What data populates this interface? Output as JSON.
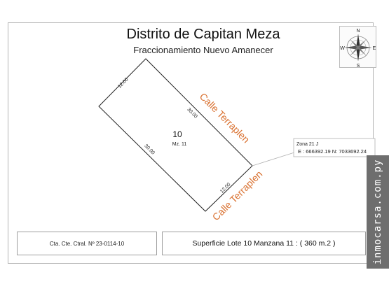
{
  "header": {
    "title": "Distrito de Capitan Meza",
    "subtitle": "Fraccionamiento Nuevo Amanecer"
  },
  "compass": {
    "north": "N",
    "south": "S",
    "east": "E",
    "west": "W"
  },
  "lot": {
    "number": "10",
    "block": "Mz. 11",
    "side_top": "12.00",
    "side_right": "30.00",
    "side_left": "30.00",
    "side_bottom": "12.00"
  },
  "streets": {
    "right": "Calle Terraplen",
    "bottom": "Calle Terraplen"
  },
  "coordinates": {
    "zone": "Zona 21 J",
    "value": "E : 666392.19  N: 7033692.24"
  },
  "footer": {
    "cadastral": "Cta. Cte. Ctral.  Nº 23-0114-10",
    "surface": "Superficie Lote  10 Manzana 11  : ( 360 m.2 )"
  },
  "watermark": "inmocarsa.com.py",
  "colors": {
    "street_label": "#d9702f",
    "lines": "#222222"
  }
}
